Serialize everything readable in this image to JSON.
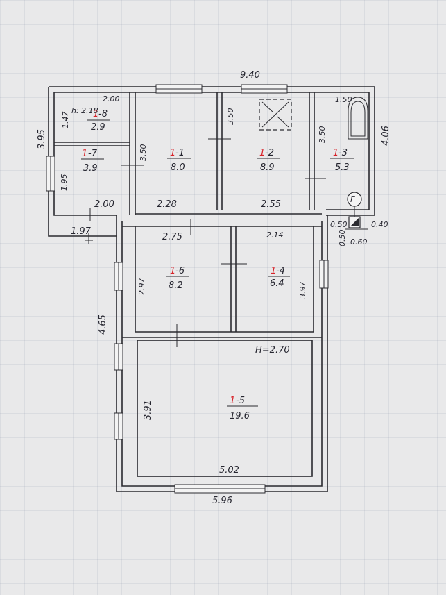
{
  "overall": {
    "top_width": "9.40",
    "right_height": "4.06",
    "left_height": "3.95",
    "bottom_width": "5.96",
    "lower_height": "4.65",
    "h_label": "H=2.70",
    "notch_width": "1.97"
  },
  "rooms": {
    "r1_8": {
      "num": "1",
      "suffix": "-8",
      "area": "2.9",
      "w": "2.00",
      "h": "1.47",
      "height": "h: 2.18"
    },
    "r1_7": {
      "num": "1",
      "suffix": "-7",
      "area": "3.9",
      "w": "2.00",
      "h": "1.95"
    },
    "r1_1": {
      "num": "1",
      "suffix": "-1",
      "area": "8.0",
      "w": "2.28",
      "h": "3.50"
    },
    "r1_2": {
      "num": "1",
      "suffix": "-2",
      "area": "8.9",
      "w": "2.55",
      "h": "3.50"
    },
    "r1_3": {
      "num": "1",
      "suffix": "-3",
      "area": "5.3",
      "w": "1.50",
      "h": "3.50"
    },
    "r1_6": {
      "num": "1",
      "suffix": "-6",
      "area": "8.2",
      "w": "2.75",
      "h": "2.97"
    },
    "r1_4": {
      "num": "1",
      "suffix": "-4",
      "area": "6.4",
      "w": "2.14",
      "h": "3.97"
    },
    "r1_5": {
      "num": "1",
      "suffix": "-5",
      "area": "19.6",
      "w": "5.02",
      "h": "3.91"
    }
  },
  "boiler": {
    "symbol": "Г",
    "d1": "0.50",
    "d2": "0.50",
    "d3": "0.40",
    "d4": "0.60"
  }
}
